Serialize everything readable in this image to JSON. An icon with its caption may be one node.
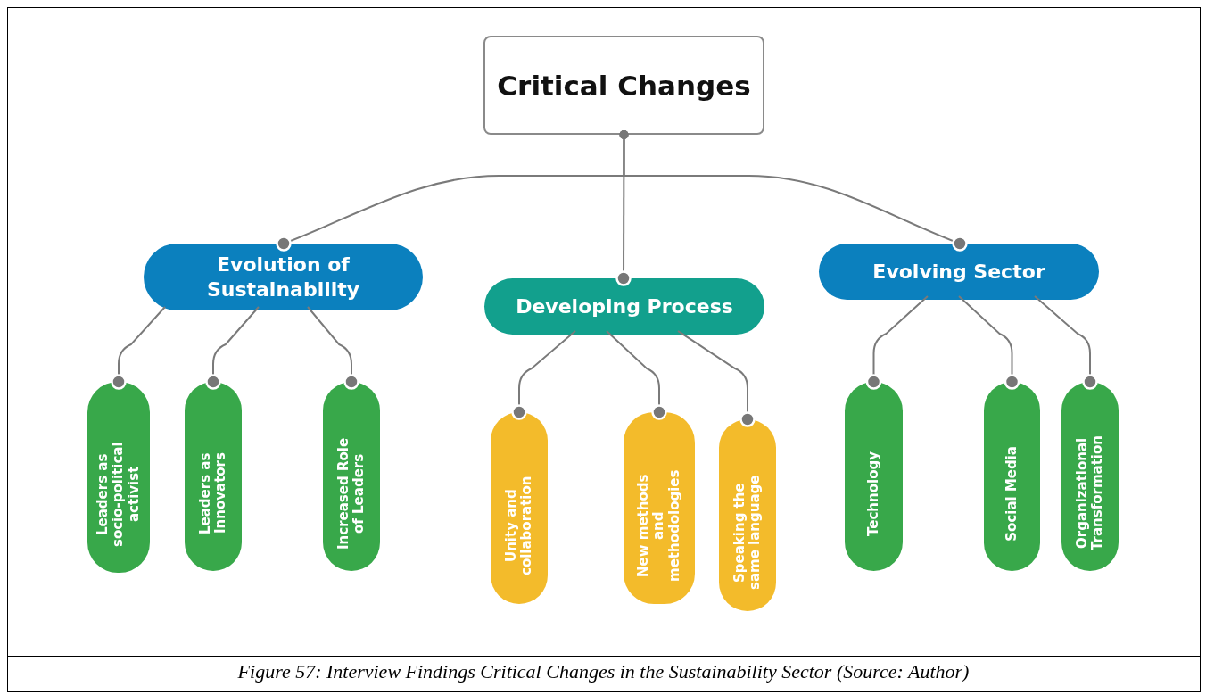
{
  "diagram": {
    "caption": "Figure 57: Interview Findings Critical Changes in the Sustainability Sector (Source: Author)",
    "nodes": [
      {
        "text": [
          "Critical Changes"
        ]
      },
      {
        "text": [
          "Evolution of Sustainability"
        ]
      },
      {
        "text": [
          "Developing Process"
        ]
      },
      {
        "text": [
          "Evolving Sector"
        ]
      },
      {
        "text": [
          "Leaders as socio-political activist"
        ]
      },
      {
        "text": [
          "Leaders as Innovators"
        ]
      },
      {
        "text": [
          "Increased Role of Leaders"
        ]
      },
      {
        "text": [
          "Unity and collaboration"
        ]
      },
      {
        "text": [
          "New methods and methodologies"
        ]
      },
      {
        "text": [
          "Speaking the same language"
        ]
      },
      {
        "text": [
          "Technology"
        ]
      },
      {
        "text": [
          "Social Media"
        ]
      },
      {
        "text": [
          "Organizational Transformation"
        ]
      }
    ],
    "edges": [
      {
        "from": 0,
        "to": 1,
        "arrow": "other"
      },
      {
        "from": 0,
        "to": 2,
        "arrow": "other"
      },
      {
        "from": 0,
        "to": 3,
        "arrow": "other"
      },
      {
        "from": 1,
        "to": 4,
        "arrow": "other"
      },
      {
        "from": 1,
        "to": 5,
        "arrow": "other"
      },
      {
        "from": 1,
        "to": 6,
        "arrow": "other"
      },
      {
        "from": 2,
        "to": 7,
        "arrow": "other"
      },
      {
        "from": 2,
        "to": 8,
        "arrow": "other"
      },
      {
        "from": 2,
        "to": 9,
        "arrow": "other"
      },
      {
        "from": 3,
        "to": 10,
        "arrow": "other"
      },
      {
        "from": 3,
        "to": 11,
        "arrow": "other"
      },
      {
        "from": 3,
        "to": 12,
        "arrow": "other"
      }
    ]
  }
}
